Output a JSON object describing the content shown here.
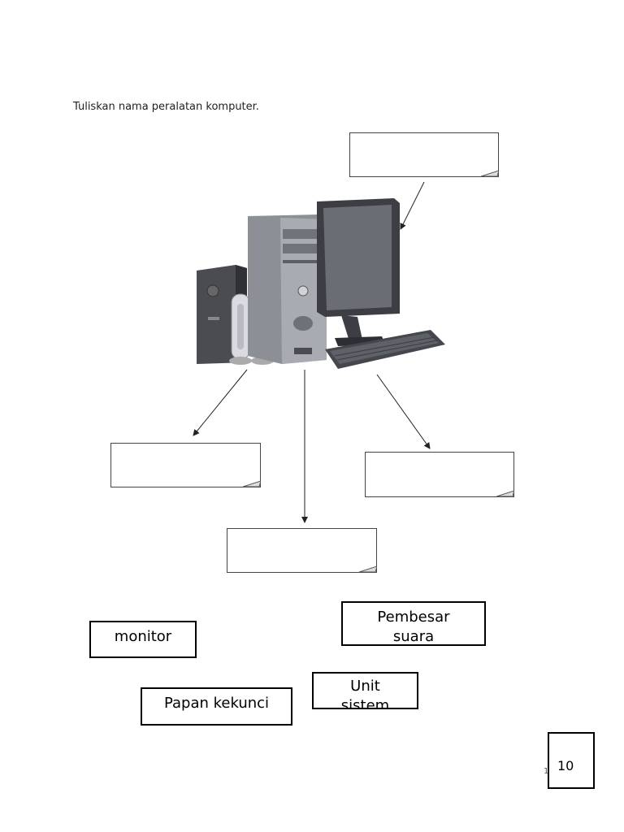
{
  "instruction": "Tuliskan nama peralatan komputer.",
  "word_cards": {
    "monitor": "monitor",
    "speaker_line1": "Pembesar",
    "speaker_line2": "suara",
    "unit_line1": "Unit",
    "unit_line2": "sistem",
    "keyboard": "Papan kekunci"
  },
  "page_number": "10",
  "page_mark": "1"
}
